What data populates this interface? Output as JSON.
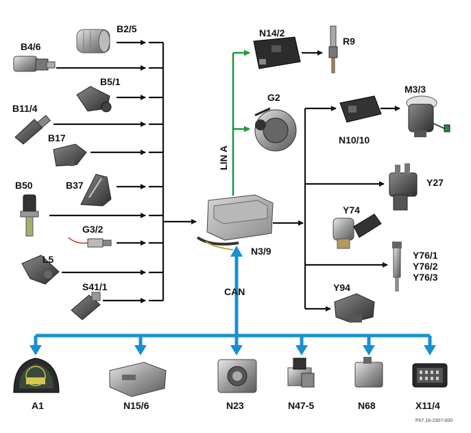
{
  "diagram": {
    "inputs": {
      "b2_5": "B2/5",
      "b4_6": "B4/6",
      "b5_1": "B5/1",
      "b11_4": "B11/4",
      "b17": "B17",
      "b50": "B50",
      "b37": "B37",
      "g3_2": "G3/2",
      "l5": "L5",
      "s41_1": "S41/1"
    },
    "controller": "N3/9",
    "lin_bus": {
      "label": "LIN A",
      "n14_2": "N14/2",
      "r9": "R9",
      "g2": "G2"
    },
    "outputs": {
      "n10_10": "N10/10",
      "m3_3": "M3/3",
      "y27": "Y27",
      "y74": "Y74",
      "y76_1": "Y76/1",
      "y76_2": "Y76/2",
      "y76_3": "Y76/3",
      "y94": "Y94"
    },
    "can_bus": {
      "label": "CAN",
      "a1": "A1",
      "n15_6": "N15/6",
      "n23": "N23",
      "n47_5": "N47-5",
      "n68": "N68",
      "x11_4": "X11/4"
    },
    "figure_id": "P07.16-2307-000"
  },
  "colors": {
    "black_line": "#111111",
    "lin_green": "#1a9a3a",
    "can_blue": "#1890d0"
  }
}
